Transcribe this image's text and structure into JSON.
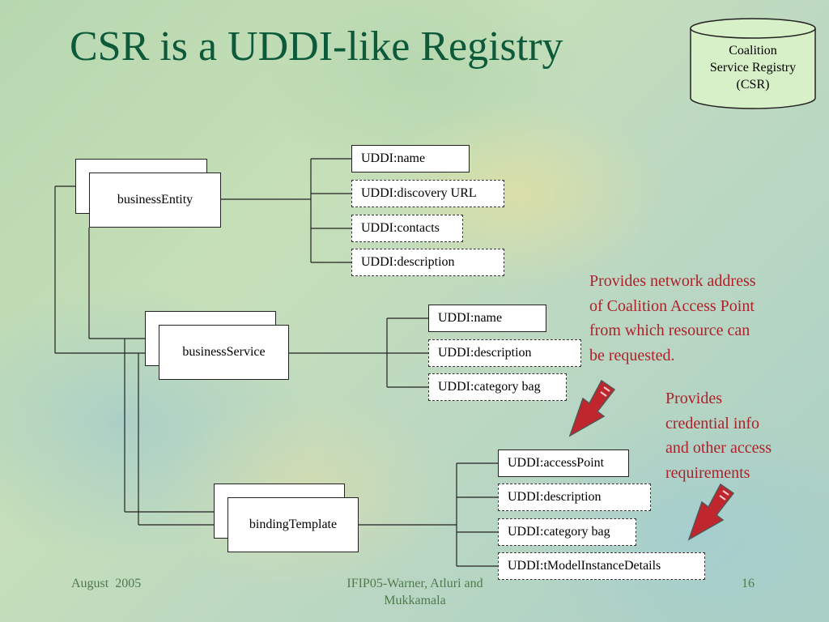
{
  "title": "CSR is a UDDI-like Registry",
  "registry_cylinder": {
    "lines": [
      "Coalition",
      "Service Registry",
      "(CSR)"
    ]
  },
  "entities": {
    "businessEntity": {
      "label": "businessEntity",
      "fields": [
        "UDDI:name",
        "UDDI:discovery URL",
        "UDDI:contacts",
        "UDDI:description"
      ]
    },
    "businessService": {
      "label": "businessService",
      "fields": [
        "UDDI:name",
        "UDDI:description",
        "UDDI:category bag"
      ]
    },
    "bindingTemplate": {
      "label": "bindingTemplate",
      "fields": [
        "UDDI:accessPoint",
        "UDDI:description",
        "UDDI:category bag",
        "UDDI:tModelInstanceDetails"
      ]
    }
  },
  "notes": {
    "access_point": [
      "Provides network address",
      "of Coalition Access Point",
      "from which resource can",
      "be requested."
    ],
    "tmodel": [
      "Provides",
      "credential info",
      "and other access",
      "requirements"
    ]
  },
  "footer": {
    "date": "August  2005",
    "authors": [
      "IFIP05-Warner, Atluri and",
      "Mukkamala"
    ],
    "page": "16"
  },
  "colors": {
    "title": "#0d5a3a",
    "note_text": "#b0202a",
    "cylinder_fill": "#d8f0c8",
    "arrow_fill": "#c0262e",
    "footer_text": "#4f7a4d"
  }
}
